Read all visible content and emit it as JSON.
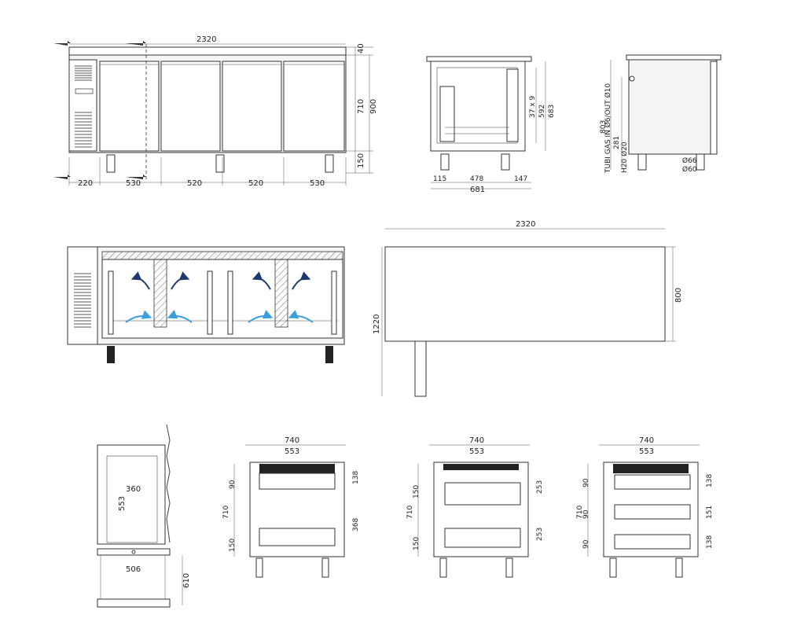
{
  "front_view": {
    "overall_width": "2320",
    "top_thickness": "40",
    "body_height": "710",
    "total_height": "900",
    "leg_height": "150",
    "module_widths": [
      "220",
      "530",
      "520",
      "520",
      "530"
    ]
  },
  "side_section": {
    "guides": "37 x 9",
    "inner_height": "592",
    "outer_height": "683",
    "bottom_widths": [
      "115",
      "478",
      "147"
    ],
    "total_depth": "681"
  },
  "side_view": {
    "height": "803",
    "tubi_gas": "TUBI GAS IN Ø6/OUT Ø10",
    "offset": "281",
    "water": "H20 Ø20",
    "diam1": "Ø66",
    "diam2": "Ø60"
  },
  "plan_view": {
    "width": "2320",
    "depth": "800",
    "clearance": "1220"
  },
  "detail_door": {
    "inner_width": "360",
    "inner_height": "553",
    "base_width": "506",
    "base_height": "610"
  },
  "drawer_configs": [
    {
      "width": "740",
      "inner": "553",
      "height": "710",
      "r1": "90",
      "r2": "150",
      "s1": "138",
      "s2": "368"
    },
    {
      "width": "740",
      "inner": "553",
      "height": "710",
      "r1": "150",
      "r2": "150",
      "s1": "253",
      "s2": "253"
    },
    {
      "width": "740",
      "inner": "553",
      "height": "710",
      "r1": "90",
      "r2": "90",
      "r3": "90",
      "s1": "138",
      "s2": "151",
      "s3": "138"
    }
  ]
}
